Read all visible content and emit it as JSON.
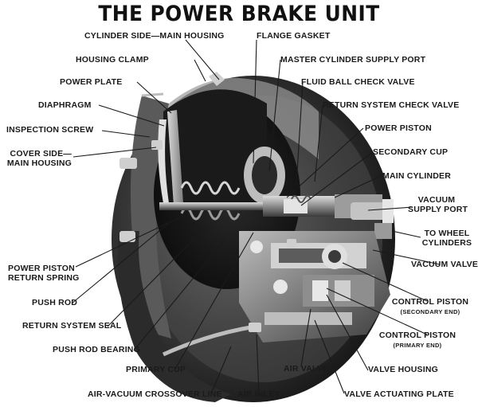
{
  "title": "THE POWER BRAKE UNIT",
  "colors": {
    "ink": "#1a1a1a",
    "metal_dark": "#262626",
    "metal_mid": "#6b6b6b",
    "metal_light": "#bdbdbd",
    "background": "#ffffff"
  },
  "labels": {
    "cylinder_side_main_housing": "CYLINDER SIDE—MAIN HOUSING",
    "flange_gasket": "FLANGE GASKET",
    "housing_clamp": "HOUSING CLAMP",
    "master_cylinder_supply_port": "MASTER CYLINDER SUPPLY PORT",
    "power_plate": "POWER PLATE",
    "fluid_ball_check_valve": "FLUID BALL CHECK VALVE",
    "diaphragm": "DIAPHRAGM",
    "return_system_check_valve": "RETURN SYSTEM CHECK VALVE",
    "inspection_screw": "INSPECTION SCREW",
    "power_piston": "POWER PISTON",
    "cover_side_line1": "COVER SIDE—",
    "cover_side_line2": "MAIN HOUSING",
    "secondary_cup": "SECONDARY CUP",
    "main_cylinder": "MAIN CYLINDER",
    "vacuum_supply_port_line1": "VACUUM",
    "vacuum_supply_port_line2": "SUPPLY PORT",
    "to_wheel_cylinders_line1": "TO WHEEL",
    "to_wheel_cylinders_line2": "CYLINDERS",
    "power_piston_return_spring_line1": "POWER PISTON",
    "power_piston_return_spring_line2": "RETURN SPRING",
    "vacuum_valve": "VACUUM VALVE",
    "push_rod": "PUSH ROD",
    "control_piston_secondary": "CONTROL PISTON",
    "control_piston_secondary_sub": "(SECONDARY END)",
    "return_system_seal": "RETURN SYSTEM SEAL",
    "control_piston_primary": "CONTROL PISTON",
    "control_piston_primary_sub": "(PRIMARY END)",
    "push_rod_bearing": "PUSH ROD BEARING",
    "primary_cup": "PRIMARY CUP",
    "air_valve": "AIR VALVE",
    "valve_housing": "VALVE HOUSING",
    "air_vacuum_crossover_line": "AIR-VACUUM CROSSOVER LINE",
    "air_inlet": "AIR INLET",
    "valve_actuating_plate": "VALVE ACTUATING PLATE"
  }
}
